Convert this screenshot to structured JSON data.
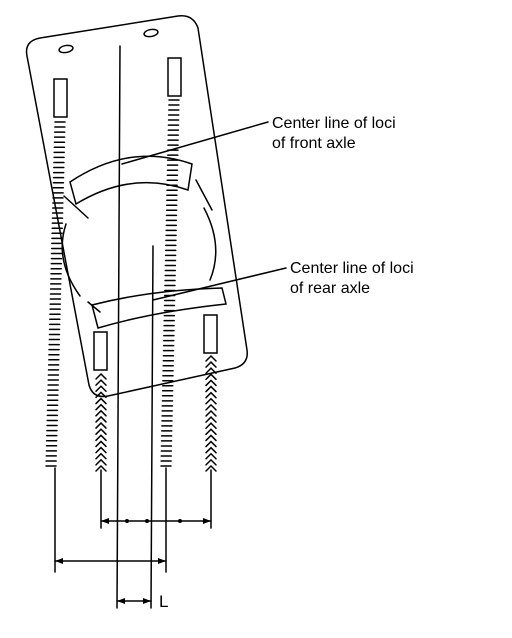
{
  "labels": {
    "front_line_1": "Center line of loci",
    "front_line_2": "of front axle",
    "rear_line_1": "Center line of loci",
    "rear_line_2": "of rear axle",
    "offset": "L"
  },
  "colors": {
    "ink": "#000000",
    "paper": "#ffffff"
  }
}
